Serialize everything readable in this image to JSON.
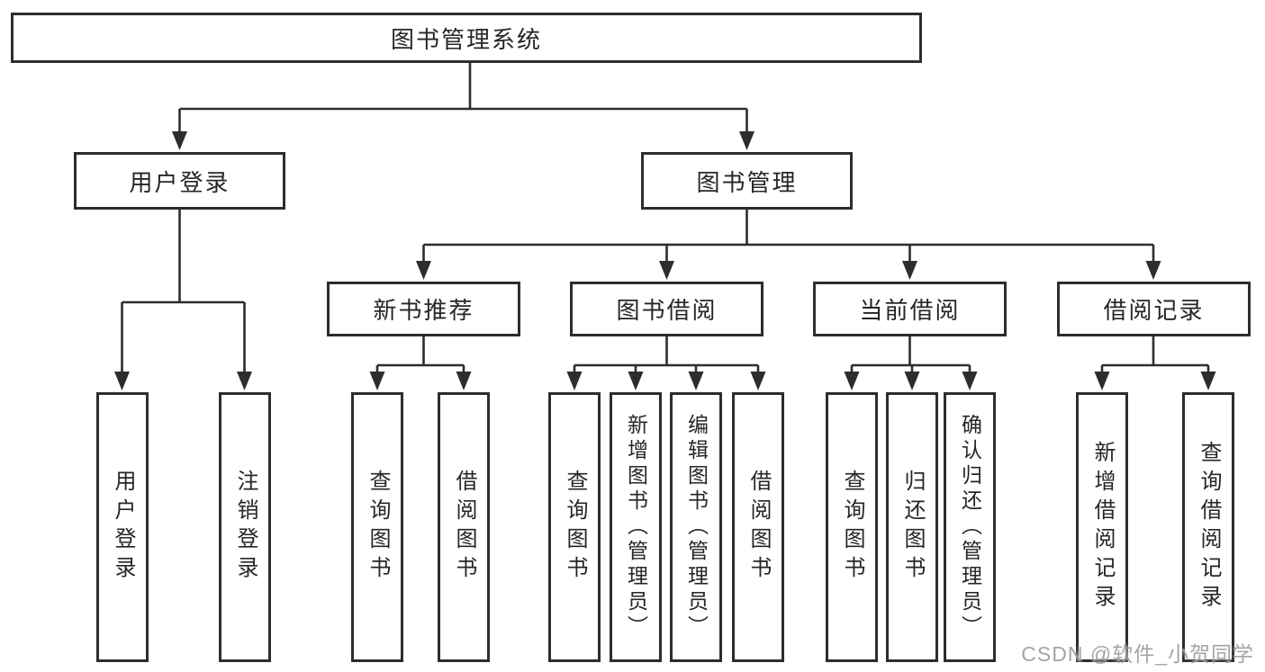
{
  "diagram": {
    "root": {
      "label": "图书管理系统"
    },
    "login": {
      "label": "用户登录",
      "children": [
        "用户登录",
        "注销登录"
      ]
    },
    "management": {
      "label": "图书管理",
      "modules": [
        {
          "label": "新书推荐",
          "children": [
            "查询图书",
            "借阅图书"
          ]
        },
        {
          "label": "图书借阅",
          "children": [
            "查询图书",
            "新增图书（管理员）",
            "编辑图书（管理员）",
            "借阅图书"
          ]
        },
        {
          "label": "当前借阅",
          "children": [
            "查询图书",
            "归还图书",
            "确认归还（管理员）"
          ]
        },
        {
          "label": "借阅记录",
          "children": [
            "新增借阅记录",
            "查询借阅记录"
          ]
        }
      ]
    },
    "colors": {
      "line": "#2d2d2d",
      "watermark": "#9b9b9b"
    }
  },
  "watermark": "CSDN @软件_小贺同学"
}
